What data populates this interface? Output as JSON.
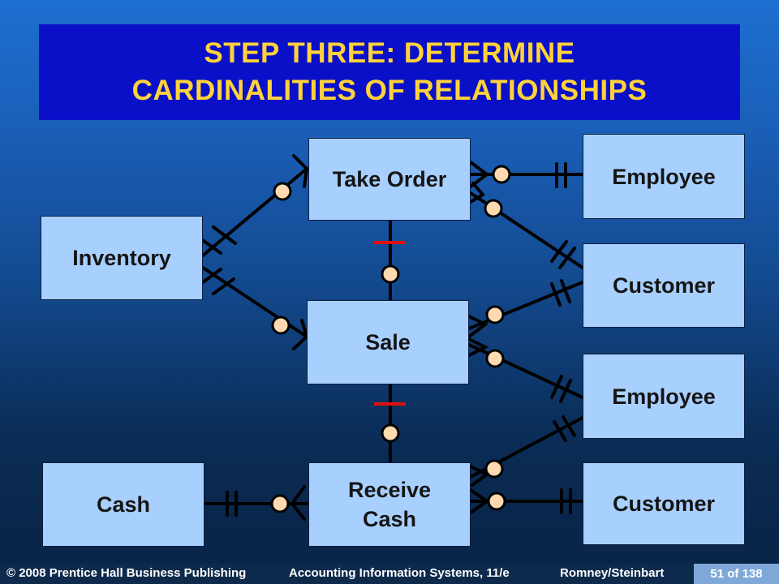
{
  "title": {
    "line1": "STEP THREE: DETERMINE",
    "line2": "CARDINALITIES OF RELATIONSHIPS"
  },
  "entities": {
    "take_order": "Take Order",
    "employee_top": "Employee",
    "inventory": "Inventory",
    "customer_top": "Customer",
    "sale": "Sale",
    "employee_mid": "Employee",
    "cash": "Cash",
    "receive_cash_line1": "Receive",
    "receive_cash_line2": "Cash",
    "customer_bottom": "Customer"
  },
  "footer": {
    "copyright": "© 2008 Prentice Hall Business Publishing",
    "book": "Accounting Information Systems, 11/e",
    "authors": "Romney/Steinbart",
    "page": "51 of 138"
  },
  "colors": {
    "title_bg": "#0a10c8",
    "title_text": "#ffd23a",
    "entity_fill": "#a8d0ff",
    "marker_circle": "#ffd9b0",
    "marker_red": "#e01010"
  }
}
